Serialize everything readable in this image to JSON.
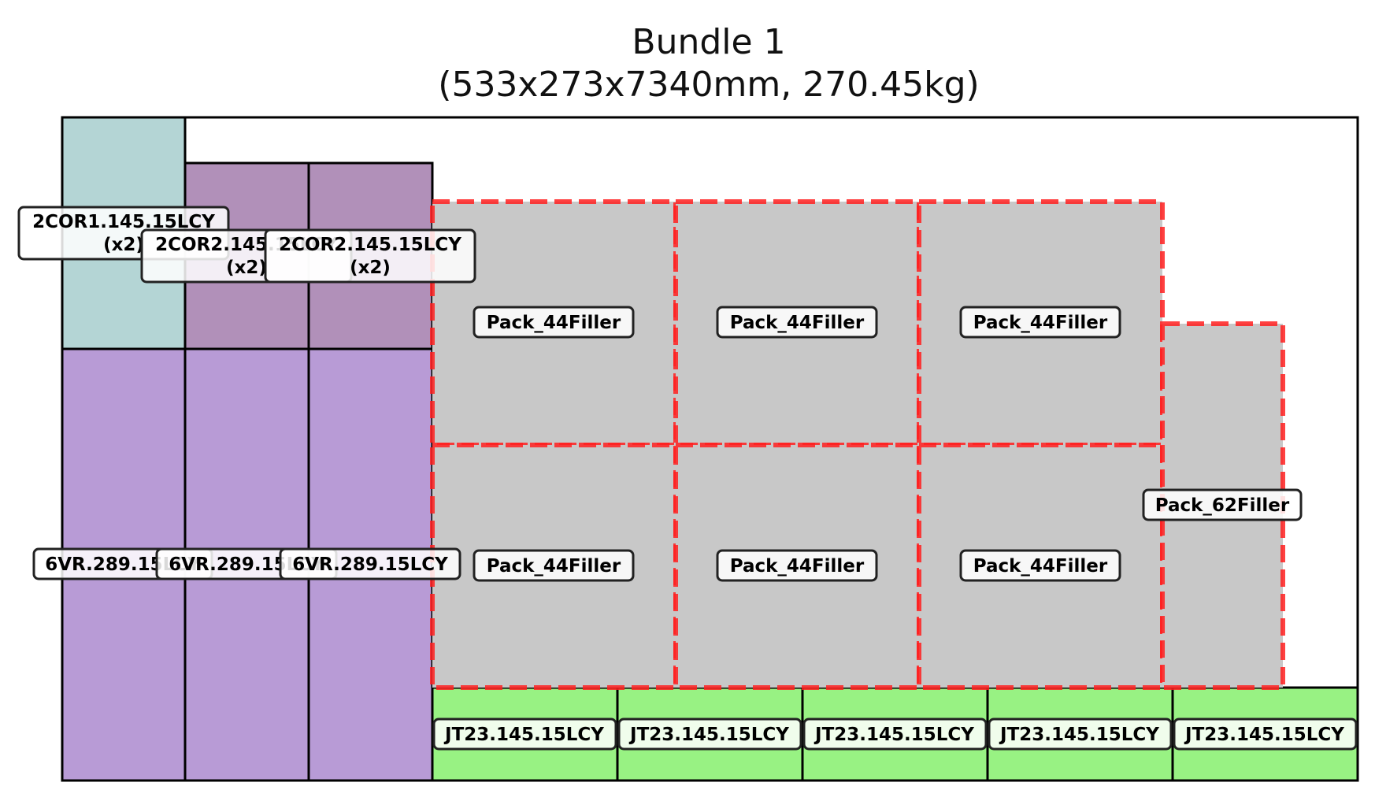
{
  "title_line1": "Bundle 1",
  "title_line2": "(533x273x7340mm, 270.45kg)",
  "colors": {
    "cor1": "#b4d5d5",
    "cor2": "#b190b9",
    "vr": "#b89bd6",
    "jt": "#98f283",
    "filler": "#c8c8c8",
    "filler_border": "#ff2020"
  },
  "items": {
    "cor1": {
      "name": "2COR1.145.15LCY",
      "qty": "(x2)"
    },
    "cor2a": {
      "name": "2COR2.145.15LCY",
      "qty": "(x2)"
    },
    "cor2b": {
      "name": "2COR2.145.15LCY",
      "qty": "(x2)"
    },
    "vr1": {
      "name": "6VR.289.15LCY"
    },
    "vr2": {
      "name": "6VR.289.15LCY"
    },
    "vr3": {
      "name": "6VR.289.15LCY"
    },
    "jt1": {
      "name": "JT23.145.15LCY"
    },
    "jt2": {
      "name": "JT23.145.15LCY"
    },
    "jt3": {
      "name": "JT23.145.15LCY"
    },
    "jt4": {
      "name": "JT23.145.15LCY"
    },
    "jt5": {
      "name": "JT23.145.15LCY"
    },
    "f1": {
      "name": "Pack_44Filler"
    },
    "f2": {
      "name": "Pack_44Filler"
    },
    "f3": {
      "name": "Pack_44Filler"
    },
    "f4": {
      "name": "Pack_44Filler"
    },
    "f5": {
      "name": "Pack_44Filler"
    },
    "f6": {
      "name": "Pack_44Filler"
    },
    "f7": {
      "name": "Pack_62Filler"
    }
  }
}
